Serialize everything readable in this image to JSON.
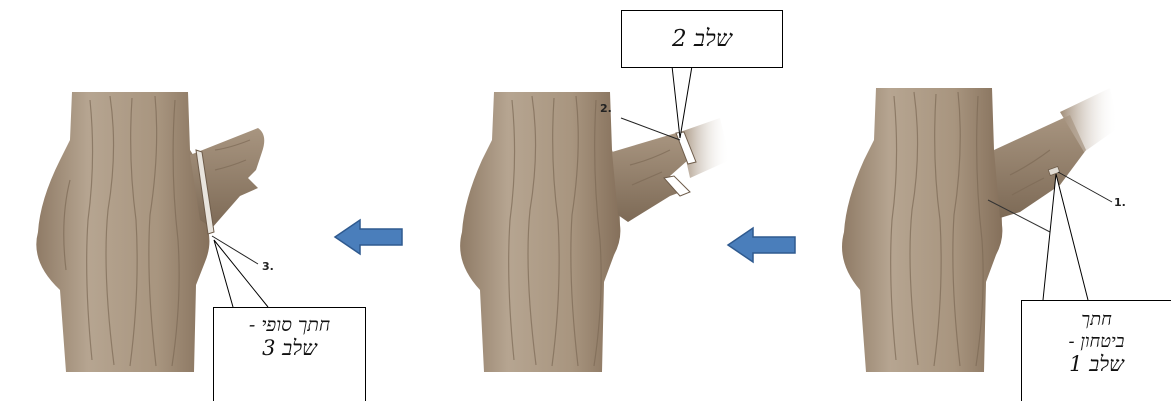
{
  "panels": {
    "left": {
      "step_number": "3."
    },
    "middle": {
      "step_number": "2."
    },
    "right": {
      "step_number": "1."
    }
  },
  "captions": {
    "step2": "שלב 2",
    "step3_line1": "חתך סופי -",
    "step3_line2": "שלב 3",
    "step1_line1": "חתך",
    "step1_line2": "ביטחון -",
    "step1_line3": "שלב 1"
  },
  "colors": {
    "bark": "#b2a08c",
    "bark_dark": "#8b7763",
    "bark_shadow": "#6e5c4a",
    "arrow_fill": "#4a7ebb",
    "arrow_stroke": "#2f5a8f"
  }
}
